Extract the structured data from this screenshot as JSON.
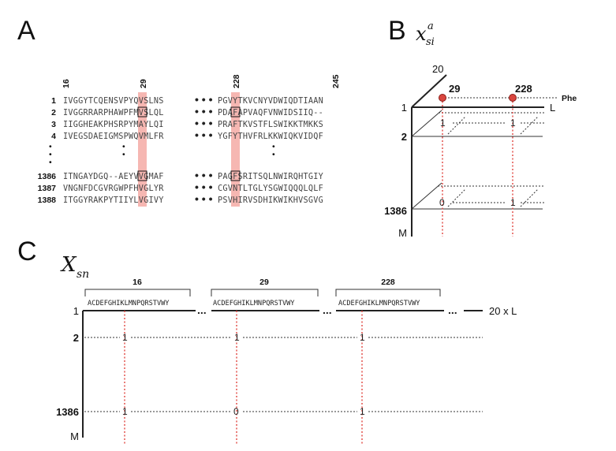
{
  "panels": {
    "a": "A",
    "b": "B",
    "c": "C"
  },
  "panel_a": {
    "position_labels": [
      "16",
      "29",
      "228",
      "245"
    ],
    "rows": [
      {
        "id": "1",
        "left": "IVGGYTCQENSVPYQVSLNS",
        "right": "PGVYTKVCNYVDWIQDTIAAN"
      },
      {
        "id": "2",
        "left": "IVGGRRARPHAWPFMVSLQL",
        "right": "PDAFAPVAQFVNWIDSIIQ--"
      },
      {
        "id": "3",
        "left": "IIGGHEAKPHSRPYMAYLQI",
        "right": "PRAFTKVSTFLSWIKKTMKKS"
      },
      {
        "id": "4",
        "left": "IVEGSDAEIGMSPWQVMLFR",
        "right": "YGFYTHVFRLKKWIQKVIDQF"
      },
      {
        "id": "1386",
        "left": "ITNGAYDGQ--AEYVVGMAF",
        "right": "PAGFSRITSQLNWIRQHTGIY"
      },
      {
        "id": "1387",
        "left": "VNGNFDCGVRGWPFHVGLYR",
        "right": "CGVNTLTGLYSGWIQQQLQLF"
      },
      {
        "id": "1388",
        "left": "ITGGYRAKPYTIIYLVGIVY",
        "right": "PSVHIRVSDHIKWIKHVSGVG"
      }
    ],
    "gap": "• • •",
    "vdot": "•"
  },
  "panel_b": {
    "symbol_base": "x",
    "symbol_sub": "si",
    "symbol_sup": "a",
    "depth_label": "20",
    "pos_labels": [
      "29",
      "228"
    ],
    "residue_label": "Phe",
    "x_axis_label": "L",
    "row_labels": [
      "1",
      "2",
      "1386",
      "M"
    ],
    "values_row2": [
      "1",
      "1"
    ],
    "values_row1386": [
      "0",
      "1"
    ]
  },
  "panel_c": {
    "symbol_base": "X",
    "symbol_sub": "sn",
    "group_labels": [
      "16",
      "29",
      "228"
    ],
    "alphabet": "ACDEFGHIKLMNPQRSTVWY",
    "axis_end_label": "20 x L",
    "ellipsis": "...",
    "row_labels": [
      "1",
      "2",
      "1386",
      "M"
    ],
    "values_row2": [
      "1",
      "1",
      "1"
    ],
    "values_row1386": [
      "1",
      "0",
      "1"
    ]
  }
}
